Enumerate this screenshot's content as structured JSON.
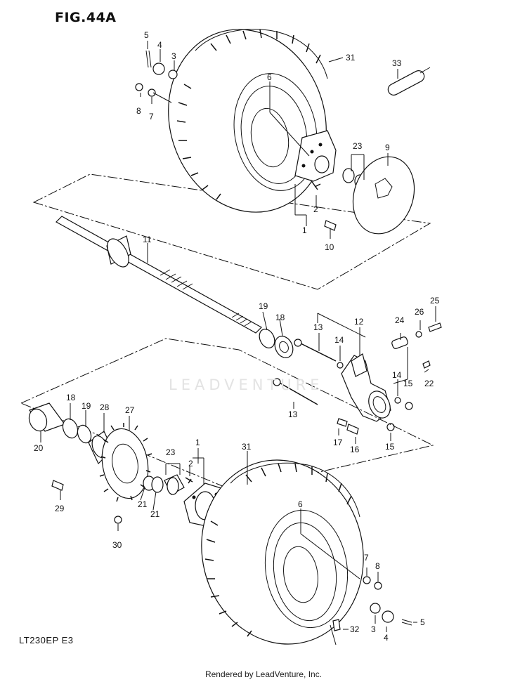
{
  "figure": {
    "title": "FIG.44A",
    "model": "LT230EP  E3"
  },
  "watermark": "LEADVENTURE",
  "footer": "Rendered by LeadVenture, Inc.",
  "callouts": [
    {
      "id": "c5a",
      "text": "5"
    },
    {
      "id": "c4a",
      "text": "4"
    },
    {
      "id": "c3a",
      "text": "3"
    },
    {
      "id": "c8a",
      "text": "8"
    },
    {
      "id": "c7a",
      "text": "7"
    },
    {
      "id": "c31a",
      "text": "31"
    },
    {
      "id": "c6a",
      "text": "6"
    },
    {
      "id": "c33",
      "text": "33"
    },
    {
      "id": "c23a",
      "text": "23"
    },
    {
      "id": "c9",
      "text": "9"
    },
    {
      "id": "c2a",
      "text": "2"
    },
    {
      "id": "c1a",
      "text": "1"
    },
    {
      "id": "c10",
      "text": "10"
    },
    {
      "id": "c11",
      "text": "11"
    },
    {
      "id": "c19a",
      "text": "19"
    },
    {
      "id": "c18a",
      "text": "18"
    },
    {
      "id": "c13a",
      "text": "13"
    },
    {
      "id": "c12",
      "text": "12"
    },
    {
      "id": "c14a",
      "text": "14"
    },
    {
      "id": "c24",
      "text": "24"
    },
    {
      "id": "c26",
      "text": "26"
    },
    {
      "id": "c25",
      "text": "25"
    },
    {
      "id": "c14b",
      "text": "14"
    },
    {
      "id": "c15a",
      "text": "15"
    },
    {
      "id": "c22",
      "text": "22"
    },
    {
      "id": "c13b",
      "text": "13"
    },
    {
      "id": "c17",
      "text": "17"
    },
    {
      "id": "c16",
      "text": "16"
    },
    {
      "id": "c15b",
      "text": "15"
    },
    {
      "id": "c18b",
      "text": "18"
    },
    {
      "id": "c19b",
      "text": "19"
    },
    {
      "id": "c28",
      "text": "28"
    },
    {
      "id": "c27",
      "text": "27"
    },
    {
      "id": "c20",
      "text": "20"
    },
    {
      "id": "c1b",
      "text": "1"
    },
    {
      "id": "c23b",
      "text": "23"
    },
    {
      "id": "c2b",
      "text": "2"
    },
    {
      "id": "c29",
      "text": "29"
    },
    {
      "id": "c21a",
      "text": "21"
    },
    {
      "id": "c21b",
      "text": "21"
    },
    {
      "id": "c30",
      "text": "30"
    },
    {
      "id": "c31b",
      "text": "31"
    },
    {
      "id": "c6b",
      "text": "6"
    },
    {
      "id": "c7b",
      "text": "7"
    },
    {
      "id": "c8b",
      "text": "8"
    },
    {
      "id": "c32",
      "text": "32"
    },
    {
      "id": "c3b",
      "text": "3"
    },
    {
      "id": "c5b",
      "text": "5"
    },
    {
      "id": "c4b",
      "text": "4"
    }
  ]
}
